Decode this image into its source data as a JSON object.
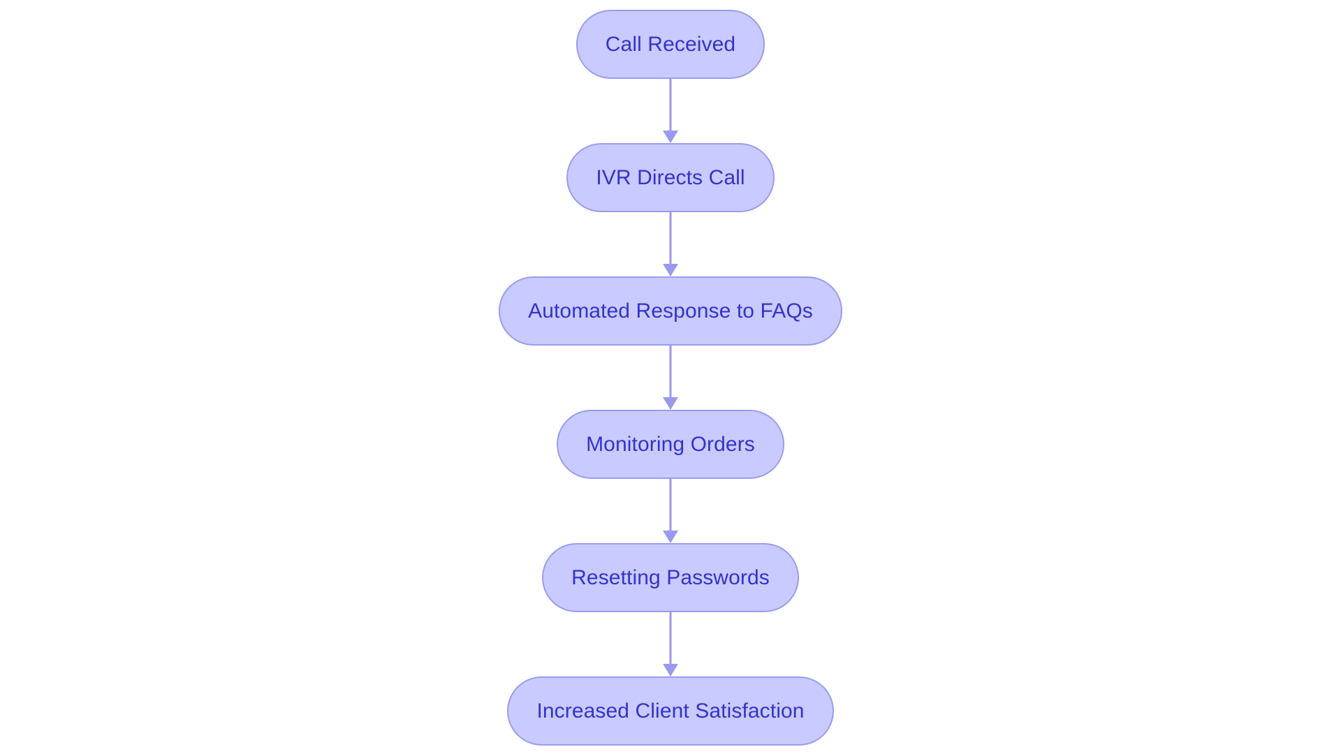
{
  "diagram": {
    "type": "flowchart",
    "orientation": "vertical-top-to-bottom",
    "background_color": "#ffffff",
    "node_fill_color": "#c9caff",
    "node_border_color": "#9b9bf0",
    "node_text_color": "#3333cc",
    "connector_color": "#9999ee",
    "nodes": [
      {
        "id": "node-1",
        "label": "Call Received",
        "shape": "pill"
      },
      {
        "id": "node-2",
        "label": "IVR Directs Call",
        "shape": "pill"
      },
      {
        "id": "node-3",
        "label": "Automated Response to FAQs",
        "shape": "pill"
      },
      {
        "id": "node-4",
        "label": "Monitoring Orders",
        "shape": "pill"
      },
      {
        "id": "node-5",
        "label": "Resetting Passwords",
        "shape": "pill"
      },
      {
        "id": "node-6",
        "label": "Increased Client Satisfaction",
        "shape": "pill"
      }
    ],
    "edges": [
      {
        "from": "node-1",
        "to": "node-2",
        "arrow": "down",
        "label": ""
      },
      {
        "from": "node-2",
        "to": "node-3",
        "arrow": "down",
        "label": ""
      },
      {
        "from": "node-3",
        "to": "node-4",
        "arrow": "down",
        "label": ""
      },
      {
        "from": "node-4",
        "to": "node-5",
        "arrow": "down",
        "label": ""
      },
      {
        "from": "node-5",
        "to": "node-6",
        "arrow": "down",
        "label": ""
      }
    ]
  }
}
